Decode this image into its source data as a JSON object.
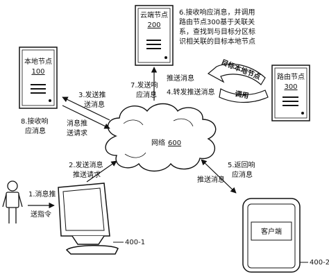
{
  "nodes": {
    "cloud": {
      "title": "云端节点",
      "id": "200"
    },
    "local": {
      "title": "本地节点",
      "id": "100"
    },
    "router": {
      "title": "路由节点",
      "id": "300"
    },
    "network": {
      "title": "网络",
      "id": "600"
    },
    "client": {
      "label": "客户端",
      "ref": "400-2"
    },
    "monitor": {
      "ref": "400-1"
    }
  },
  "steps": {
    "s1": [
      "1.消息推",
      "送指令"
    ],
    "s2": [
      "2.发送消息",
      "推送请求"
    ],
    "s3": [
      "3.发送推",
      "送消息"
    ],
    "s3b": [
      "消息推",
      "送请求"
    ],
    "s4": [
      "4.转发推送消息"
    ],
    "s4top": [
      "推送消息"
    ],
    "s5": [
      "5.返回响",
      "应消息"
    ],
    "s5b": [
      "推送消息"
    ],
    "s6": [
      "6.接收响应消息，并调用",
      "路由节点300基于关联关",
      "系，查找到与目标分区标",
      "识相关联的目标本地节点"
    ],
    "s7": [
      "7.发送响",
      "应消息"
    ],
    "s8": [
      "8.接收响",
      "应消息"
    ]
  },
  "arrow_labels": {
    "target": "目标本地节点",
    "invoke": "调用"
  }
}
